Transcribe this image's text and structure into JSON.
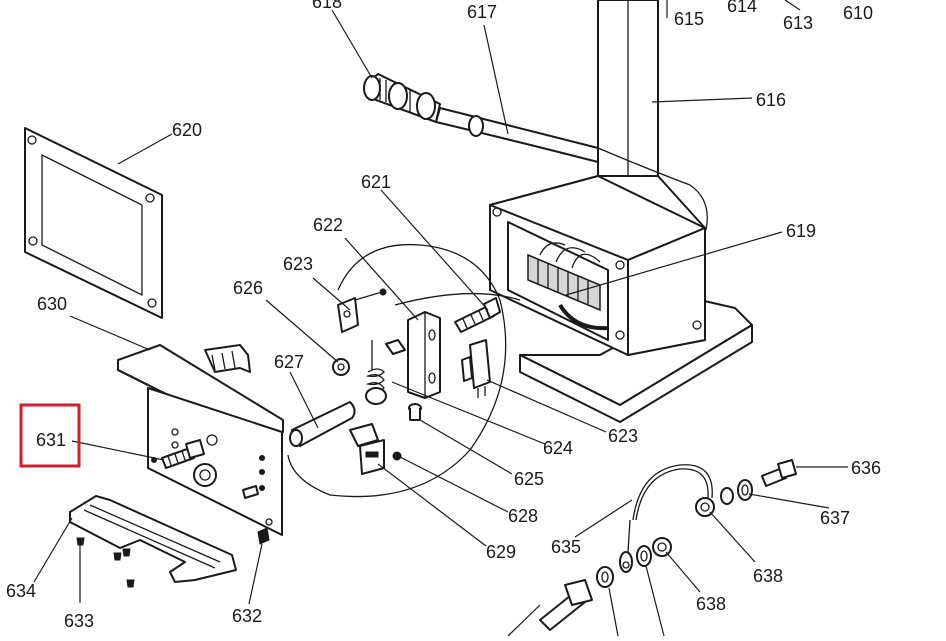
{
  "labels": {
    "p610": "610",
    "p613": "613",
    "p614": "614",
    "p615": "615",
    "p616": "616",
    "p617": "617",
    "p618": "618",
    "p619": "619",
    "p620": "620",
    "p621": "621",
    "p622": "622",
    "p623a": "623",
    "p623b": "623",
    "p624": "624",
    "p625": "625",
    "p626": "626",
    "p627": "627",
    "p628": "628",
    "p629": "629",
    "p630": "630",
    "p631": "631",
    "p632": "632",
    "p633": "633",
    "p634": "634",
    "p635": "635",
    "p636": "636",
    "p637": "637",
    "p638a": "638",
    "p638b": "638"
  },
  "highlight": {
    "label": "631",
    "color": "#d0202a"
  }
}
